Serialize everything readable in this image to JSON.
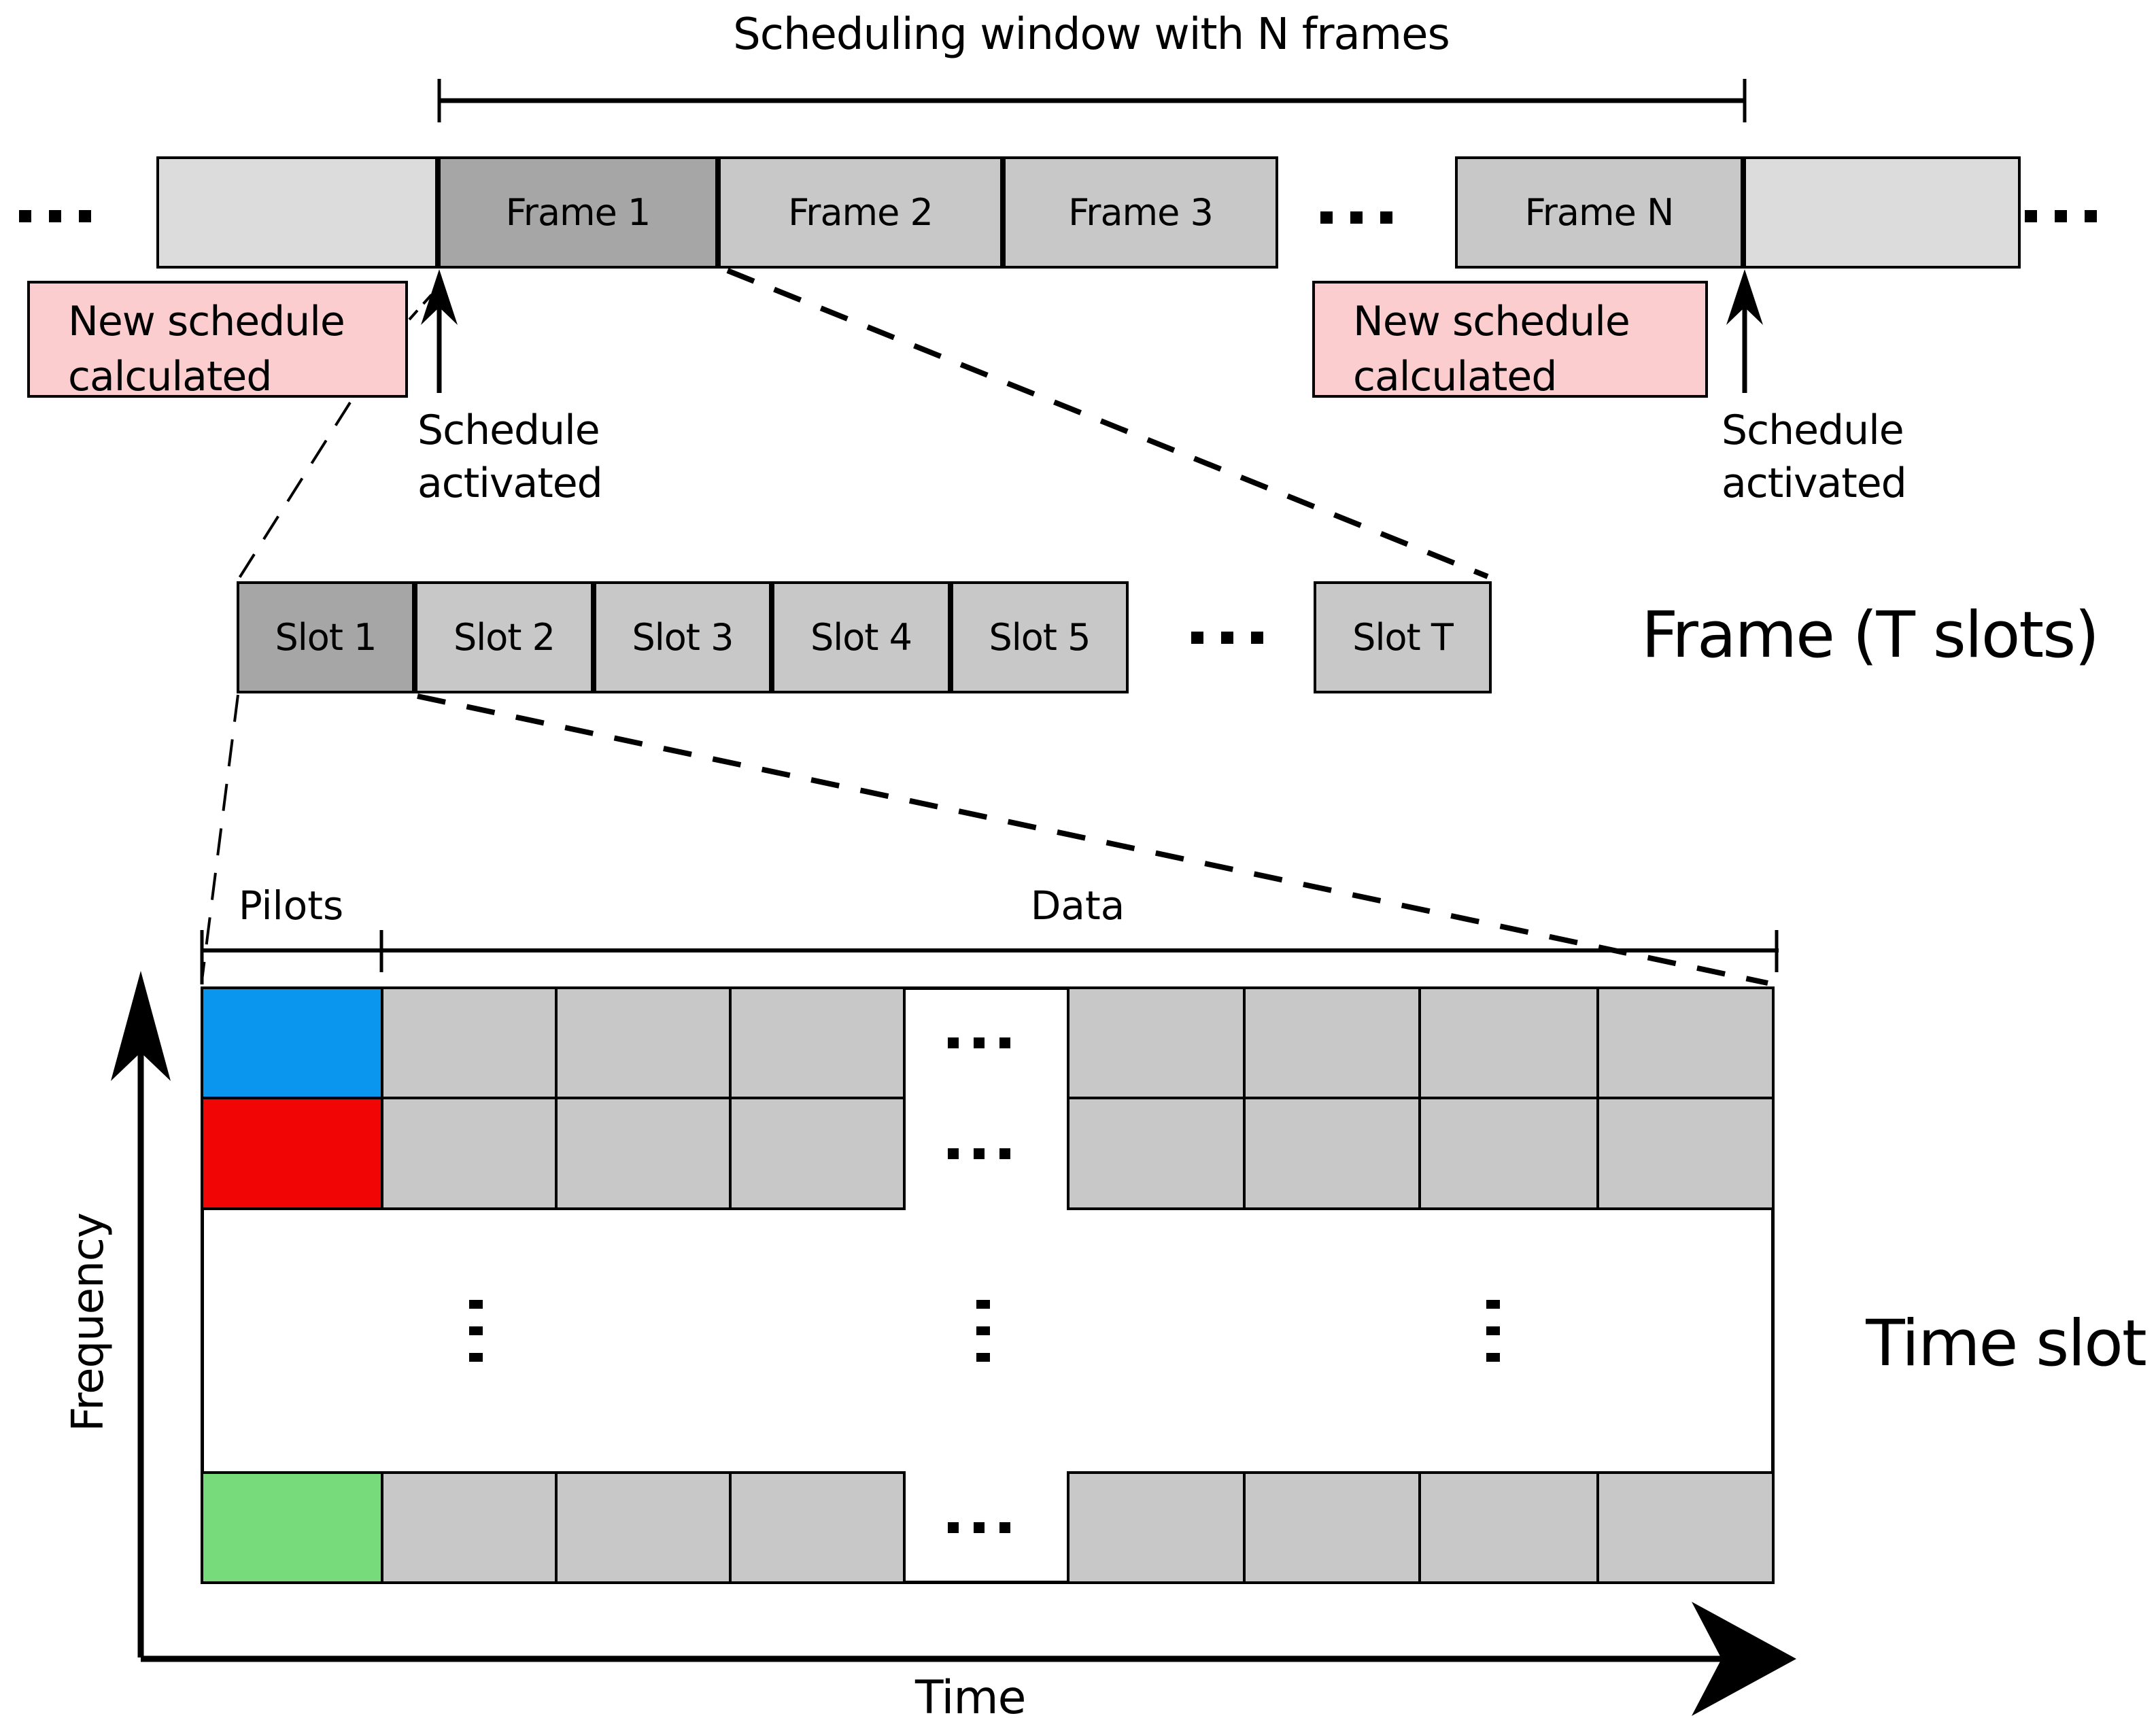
{
  "misc": {
    "ellipsis": "..."
  },
  "colors": {
    "pilot_blue": "#0a95ef",
    "pilot_red": "#f10505",
    "pilot_green": "#77db7c",
    "pink_note": "#fbcdce",
    "highlight_gray": "#a6a6a6",
    "frame_gray": "#c8c8c8",
    "outside_gray": "#dcdcdc"
  },
  "top": {
    "title": "Scheduling window with N frames",
    "frames": [
      "Frame 1",
      "Frame 2",
      "Frame 3",
      "Frame N"
    ],
    "new_schedule_label": "New schedule calculated",
    "schedule_activated_label": "Schedule activated"
  },
  "middle": {
    "slots": [
      "Slot 1",
      "Slot 2",
      "Slot 3",
      "Slot 4",
      "Slot 5",
      "Slot T"
    ],
    "caption": "Frame (T slots)"
  },
  "bottom": {
    "pilots_label": "Pilots",
    "data_label": "Data",
    "freq_axis_label": "Frequency",
    "time_axis_label": "Time",
    "time_slot_label": "Time slot"
  }
}
